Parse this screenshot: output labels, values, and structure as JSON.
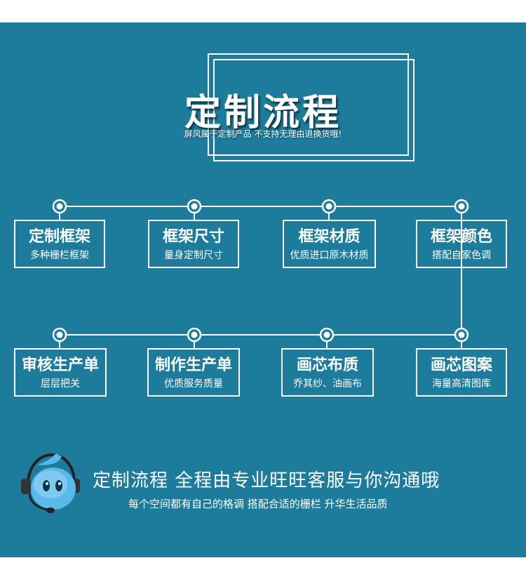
{
  "header": {
    "title": "定制流程",
    "subtitle": "屏风属于定制产品 不支持无理由退换货哦!"
  },
  "steps_row1": [
    {
      "title": "定制框架",
      "desc": "多种栅栏框架"
    },
    {
      "title": "框架尺寸",
      "desc": "量身定制尺寸"
    },
    {
      "title": "框架材质",
      "desc": "优质进口原木材质"
    },
    {
      "title": "框架颜色",
      "desc": "搭配自家色调"
    }
  ],
  "steps_row2": [
    {
      "title": "审核生产单",
      "desc": "层层把关"
    },
    {
      "title": "制作生产单",
      "desc": "优质服务质量"
    },
    {
      "title": "画芯布质",
      "desc": "乔其纱、油画布"
    },
    {
      "title": "画芯图案",
      "desc": "海量高清图库"
    }
  ],
  "footer": {
    "title": "定制流程 全程由专业旺旺客服与你沟通哦",
    "subtitle": "每个空间都有自己的格调 搭配合适的栅栏 升华生活品质"
  },
  "colors": {
    "panel": "#1d7b9c",
    "line": "#ffffff",
    "mascot": "#5bb8ea"
  },
  "icons": [
    "customer-service-mascot-icon"
  ]
}
